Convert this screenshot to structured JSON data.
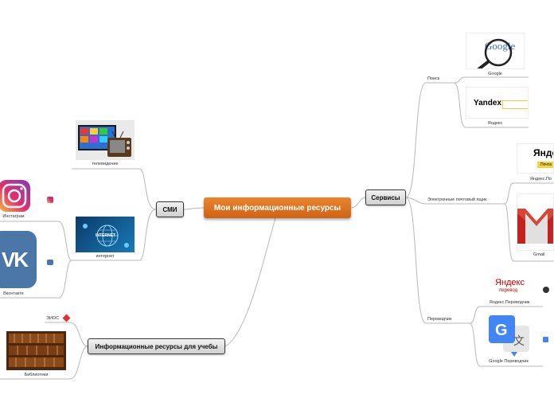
{
  "central": {
    "label": "Мои информационные ресурсы"
  },
  "topics": {
    "smi": {
      "label": "СМИ"
    },
    "services": {
      "label": "Сервисы"
    },
    "edu": {
      "label": "Информационные ресурсы для учебы"
    }
  },
  "smi": {
    "television": "телевидение",
    "internet": "интернет",
    "internet_badge": "INTERNET",
    "instagram": "Инстаграм",
    "vk": "Вконтакте",
    "vk_logo": "VK"
  },
  "services": {
    "search": {
      "label": "Поиск",
      "google": "Google",
      "yandex": "Яндекс",
      "google_logo": "Google",
      "yandex_logo": "Yandex"
    },
    "mail": {
      "label": "Электронные почтовый ящик",
      "yandex_mail": "Яндекс.По",
      "yandex_mail_logo": "Янде",
      "yandex_mail_btn": "Почта",
      "gmail": "Gmail"
    },
    "translator": {
      "label": "Переводчик",
      "yandex_translate": "Яндекс.Переводчик",
      "yandex_translate_logo": "Яндекс",
      "yandex_translate_sub": "перевод",
      "google_translate": "Google Переводчик"
    }
  },
  "edu": {
    "eios": "ЭИОС",
    "library": "Библиотеки"
  },
  "colors": {
    "central": "#dd7420",
    "connector": "#b8b8b8",
    "gmail_red": "#d44638",
    "vk_blue": "#4a76a8",
    "instagram": "#d6249f",
    "google_translate_blue": "#4285f4"
  }
}
